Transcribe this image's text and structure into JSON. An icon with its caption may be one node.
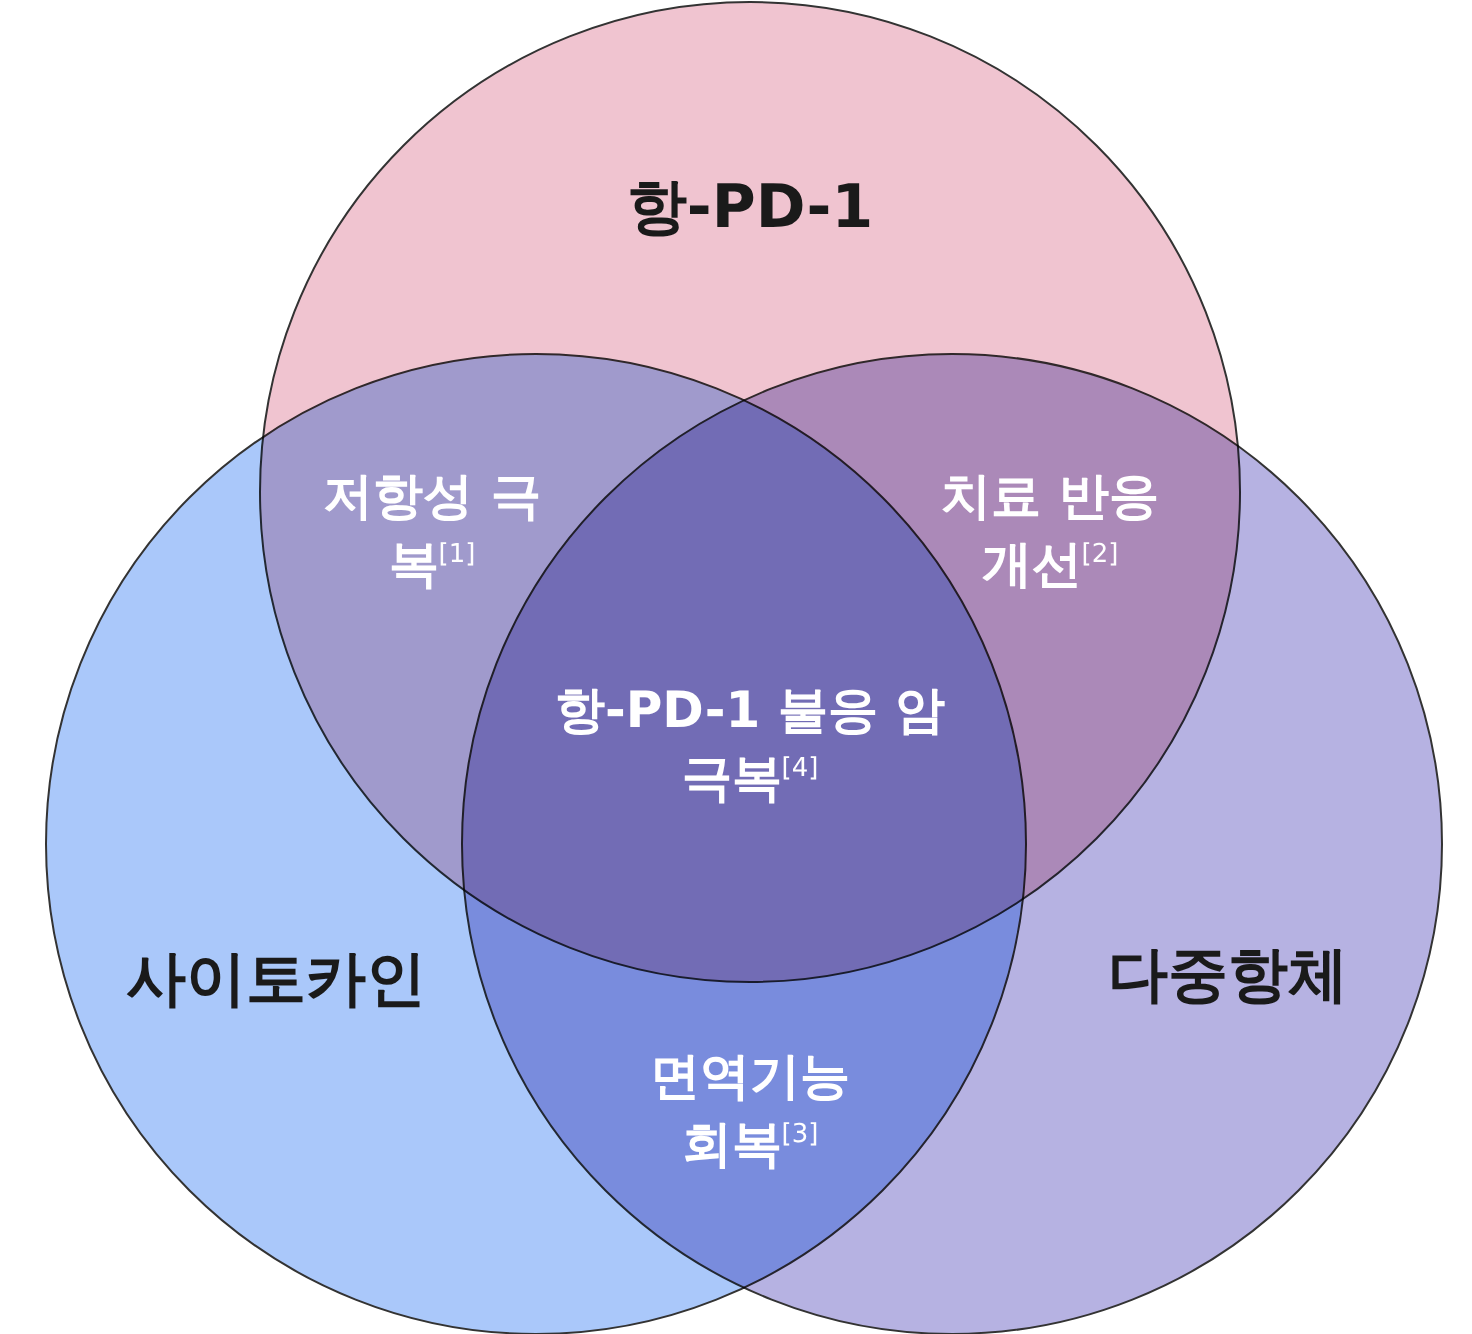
{
  "diagram": {
    "nodes": [
      {
        "text": [
          "항-PD-1"
        ]
      },
      {
        "text": [
          "사이토카인"
        ]
      },
      {
        "text": [
          "다중항체"
        ]
      }
    ],
    "labels": [
      "저항성 극복$^{[1]}$",
      "치료 반응 개선$^{[2]}$",
      "항-PD-1 불응 암 극복$^{[4]}$",
      "면역기능 회복$^{[3]}$"
    ]
  }
}
